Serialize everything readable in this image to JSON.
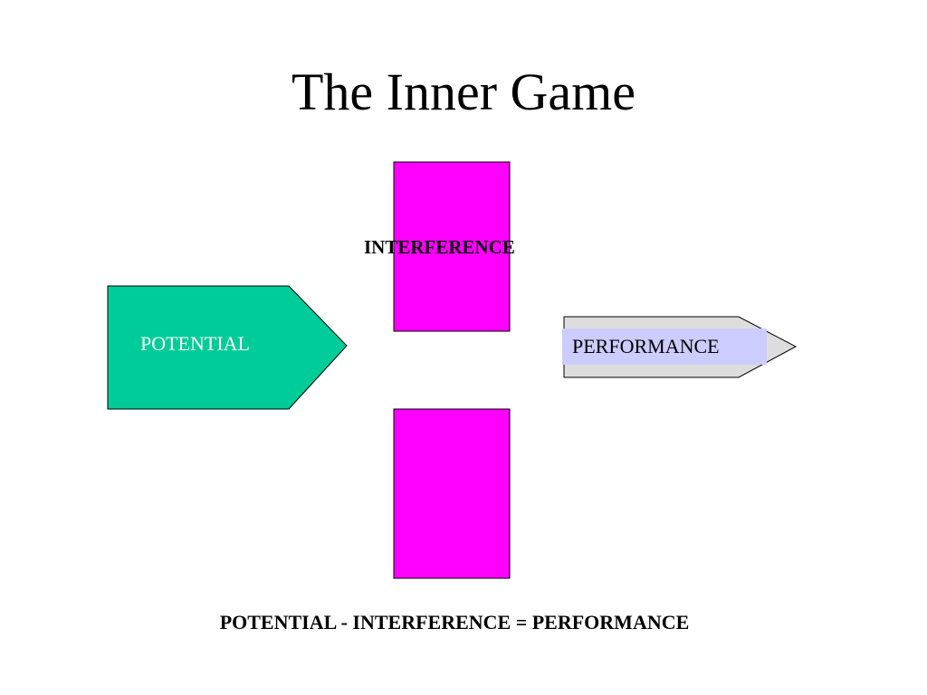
{
  "slide": {
    "title": "The Inner Game"
  },
  "diagram": {
    "interference_label": "INTERFERENCE",
    "potential_label": "POTENTIAL",
    "performance_label": "PERFORMANCE",
    "equation": "POTENTIAL - INTERFERENCE = PERFORMANCE"
  },
  "colors": {
    "interference_fill": "#ff00ff",
    "potential_fill": "#00cc99",
    "performance_arrow_fill": "#dddddd",
    "performance_label_fill": "#ccccff",
    "outline": "#000000"
  }
}
